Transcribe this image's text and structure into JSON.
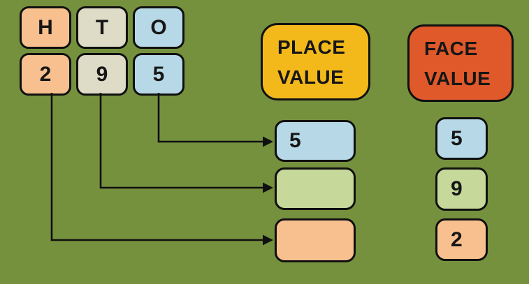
{
  "palette": {
    "background": "#75913e",
    "peach": "#f7c08e",
    "beige": "#dedbc6",
    "blue": "#b7d9e7",
    "green": "#c6d89a",
    "gold": "#f3b91b",
    "red_orange": "#e0592b",
    "outline": "#101010"
  },
  "number_grid": {
    "headers": [
      {
        "label": "H"
      },
      {
        "label": "T"
      },
      {
        "label": "O"
      }
    ],
    "digits": [
      {
        "label": "2"
      },
      {
        "label": "9"
      },
      {
        "label": "5"
      }
    ]
  },
  "place_value": {
    "title": "PLACE VALUE",
    "rows": [
      {
        "value": "5"
      },
      {
        "value": ""
      },
      {
        "value": ""
      }
    ]
  },
  "face_value": {
    "title": "FACE VALUE",
    "rows": [
      {
        "value": "5"
      },
      {
        "value": "9"
      },
      {
        "value": "2"
      }
    ]
  }
}
